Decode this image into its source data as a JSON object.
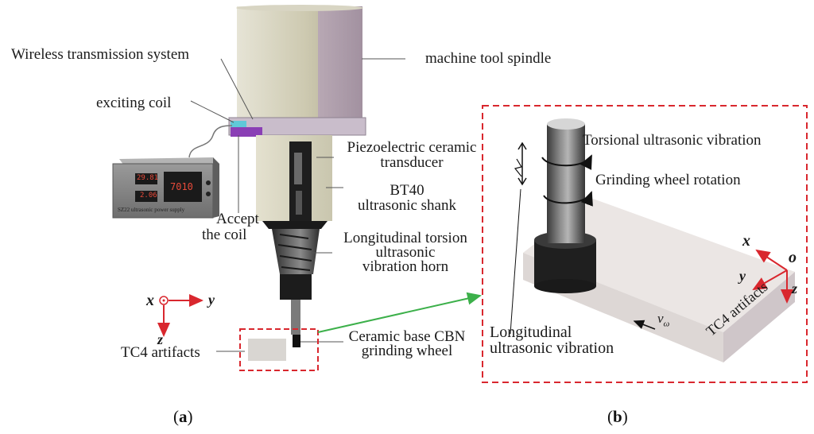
{
  "panel_a": {
    "label_open": "(",
    "label_letter": "a",
    "label_close": ")",
    "callouts": {
      "wireless": "Wireless transmission system",
      "spindle": "machine tool spindle",
      "exciting_coil": "exciting coil",
      "piezo_line1": "Piezoelectric ceramic",
      "piezo_line2": "transducer",
      "bt40_line1": "BT40",
      "bt40_line2": "ultrasonic shank",
      "accept_line1": "Accept",
      "accept_line2": "the coil",
      "horn_line1": "Longitudinal torsion",
      "horn_line2": "ultrasonic",
      "horn_line3": "vibration horn",
      "wheel_line1": "Ceramic base CBN",
      "wheel_line2": "grinding wheel",
      "tc4": "TC4 artifacts"
    },
    "power_supply": {
      "display_top": "29.81",
      "display_bottom": "2.06",
      "display_main": "7010",
      "caption": "SZ22 ultrasonic power supply"
    },
    "axes": {
      "x": "x",
      "y": "y",
      "z": "z"
    }
  },
  "panel_b": {
    "label_open": "(",
    "label_letter": "b",
    "label_close": ")",
    "callouts": {
      "torsional": "Torsional ultrasonic vibration",
      "rotation": "Grinding wheel rotation",
      "longitudinal_line1": "Longitudinal",
      "longitudinal_line2": "ultrasonic vibration",
      "tc4": "TC4 artifacts",
      "feed": "v",
      "feed_sub": "ω"
    },
    "axes": {
      "x": "x",
      "y": "y",
      "z": "z",
      "origin": "o"
    }
  },
  "colors": {
    "detail_box": "#d9272e",
    "link_arrow": "#3cb04a",
    "axis_arrow": "#d9272e"
  },
  "icons": [
    "power-supply-unit",
    "spindle-housing",
    "grinding-wheel",
    "workpiece-block"
  ]
}
